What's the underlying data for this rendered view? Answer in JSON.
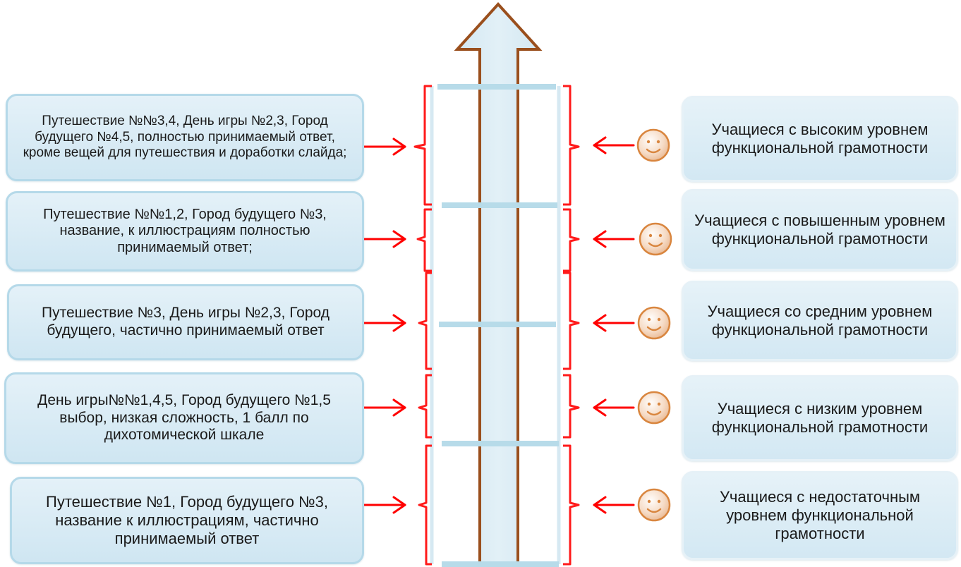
{
  "left_boxes": [
    "Путешествие №№3,4, День игры №2,3, Город будущего №4,5, полностью принимаемый ответ, кроме вещей для путешествия и доработки слайда;",
    "Путешествие №№1,2, Город будущего №3, название, к иллюстрациям полностью принимаемый ответ;",
    "Путешествие №3, День игры №2,3, Город будущего, частично принимаемый ответ",
    "День игры№№1,4,5, Город будущего №1,5 выбор, низкая сложность, 1 балл по дихотомической шкале",
    "Путешествие №1, Город будущего №3, название к иллюстрациям, частично принимаемый ответ"
  ],
  "right_boxes": [
    "Учащиеся с высоким уровнем функциональной грамотности",
    "Учащиеся с повышенным уровнем функциональной грамотности",
    "Учащиеся со средним уровнем функциональной грамотности",
    "Учащиеся с низким уровнем функциональной грамотности",
    "Учащиеся с недостаточным уровнем функциональной грамотности"
  ],
  "icons": {
    "smiley": "smiley-face-icon",
    "arrow": "red-arrow-icon",
    "main_arrow": "up-arrow-icon"
  },
  "colors": {
    "box_fill": "#d5e9f4",
    "box_border": "#b5d9e9",
    "arrow_red": "#ff0000",
    "bracket_red": "#ff1a1a",
    "main_arrow_outline": "#9a4f1d",
    "main_arrow_fill": "#d9ecf5",
    "rung": "#b7dbe9",
    "smiley_fill": "#f6dcc7",
    "smiley_stroke": "#d9863f"
  }
}
